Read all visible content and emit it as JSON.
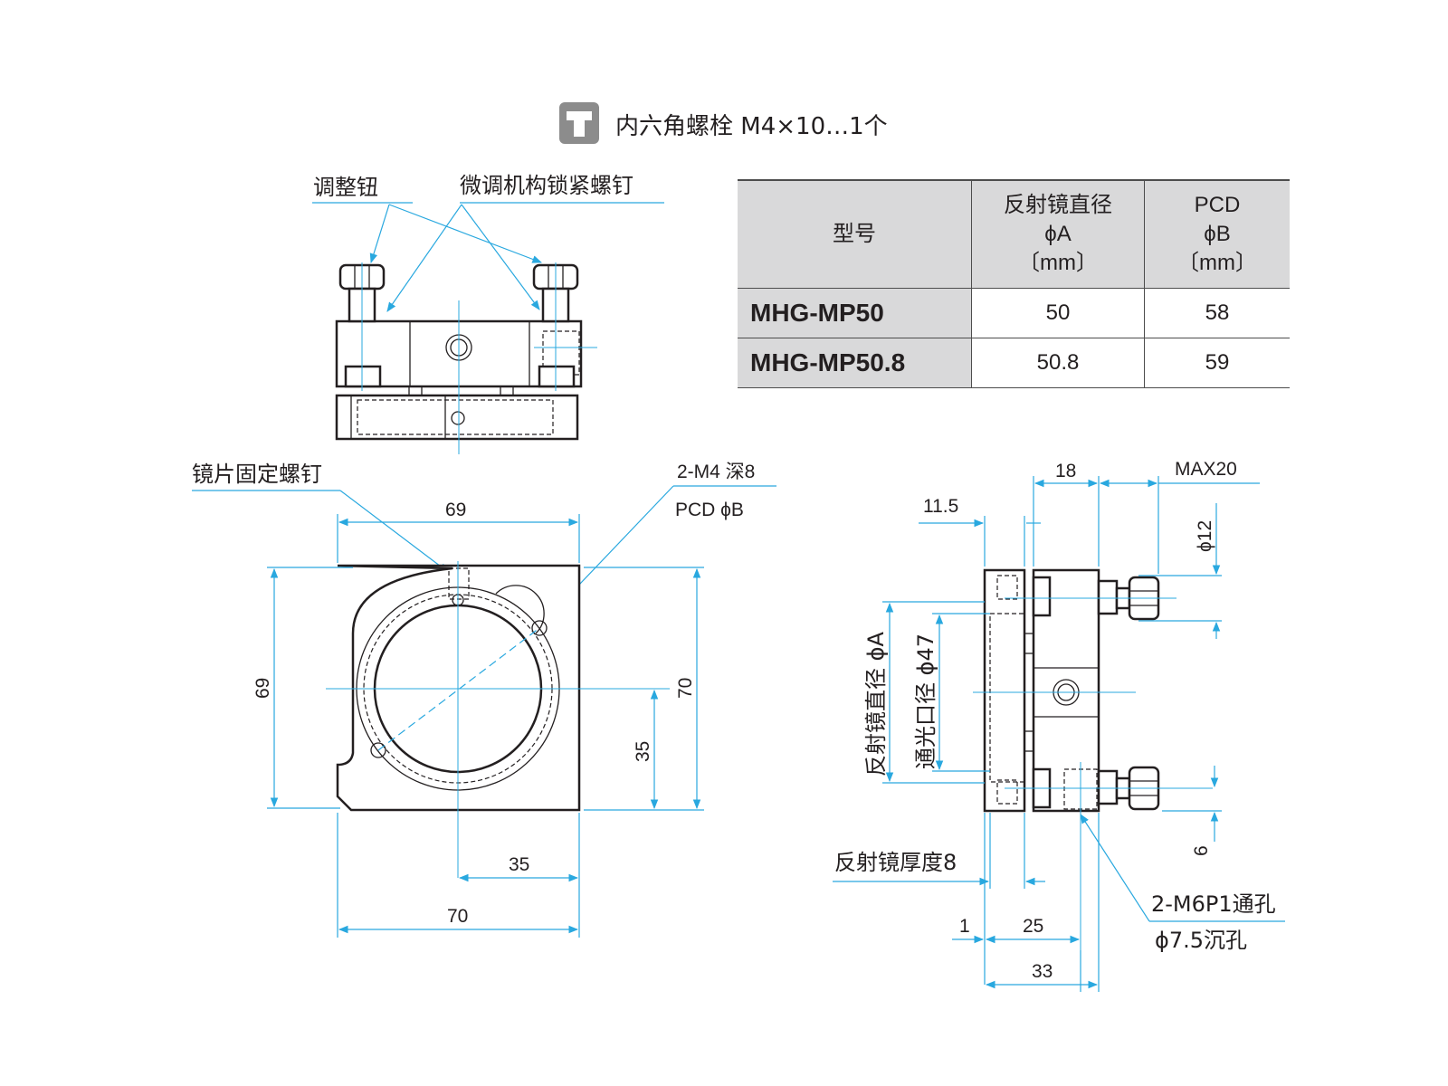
{
  "bolt_note": {
    "icon": "hex-bolt-icon",
    "text": "内六角螺栓 M4×10…1个"
  },
  "top_view": {
    "label_adjust_knob": "调整钮",
    "label_lock_screw": "微调机构锁紧螺钉"
  },
  "front_view": {
    "label_mirror_screw": "镜片固定螺钉",
    "label_tap": "2-M4 深8",
    "label_pcd": "PCD ϕB",
    "dim_top_width": "69",
    "dim_left_height": "69",
    "dim_right_height": "70",
    "dim_center_height": "35",
    "dim_center_width": "35",
    "dim_bottom_width": "70"
  },
  "side_view": {
    "dim_18": "18",
    "dim_max20": "MAX20",
    "dim_11_5": "11.5",
    "dim_phi12": "ϕ12",
    "label_mirror_dia": "反射镜直径 ϕA",
    "label_aperture": "通光口径 ϕ47",
    "dim_6": "6",
    "label_mirror_thickness": "反射镜厚度8",
    "label_thru_hole": "2-M6P1通孔",
    "label_counterbore": "ϕ7.5沉孔",
    "dim_1": "1",
    "dim_25": "25",
    "dim_33": "33"
  },
  "spec_table": {
    "headers": {
      "model": "型号",
      "mirror_dia": [
        "反射镜直径",
        "ϕA",
        "〔mm〕"
      ],
      "pcd": [
        "PCD",
        "ϕB",
        "〔mm〕"
      ]
    },
    "rows": [
      {
        "model": "MHG-MP50",
        "mirror_dia": "50",
        "pcd": "58"
      },
      {
        "model": "MHG-MP50.8",
        "mirror_dia": "50.8",
        "pcd": "59"
      }
    ]
  },
  "colors": {
    "dimension_line": "#29a8df",
    "outline": "#231f20",
    "table_header_bg": "#d9d9da",
    "icon_bg": "#8c8c8c"
  }
}
